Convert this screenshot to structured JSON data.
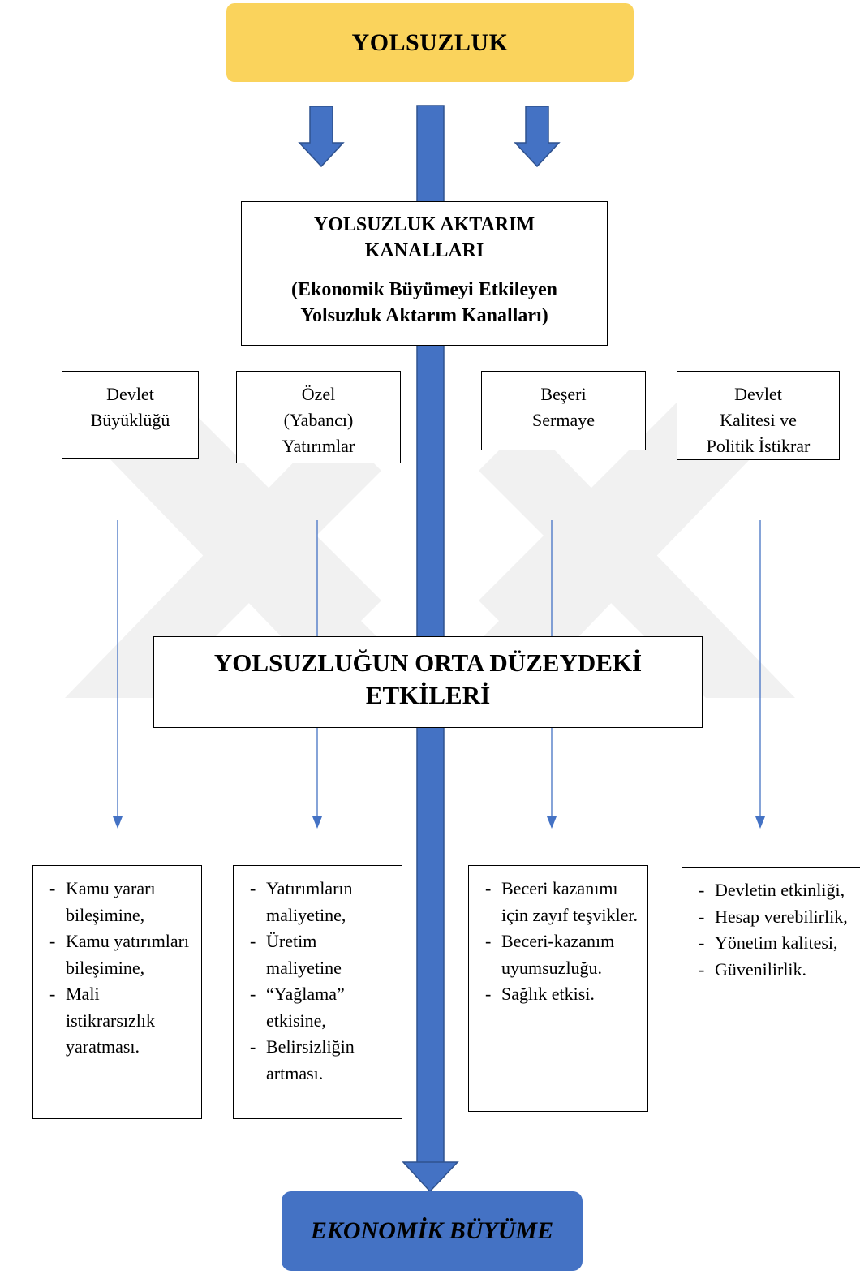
{
  "top": {
    "title": "YOLSUZLUK"
  },
  "channels": {
    "title": "YOLSUZLUK AKTARIM KANALLARI",
    "subtitle": "(Ekonomik Büyümeyi Etkileyen Yolsuzluk Aktarım Kanalları)"
  },
  "categories": [
    {
      "lines": [
        "Devlet",
        "Büyüklüğü"
      ]
    },
    {
      "lines": [
        "Özel",
        "(Yabancı)",
        "Yatırımlar"
      ]
    },
    {
      "lines": [
        "Beşeri",
        "Sermaye"
      ]
    },
    {
      "lines": [
        "Devlet",
        "Kalitesi ve",
        "Politik İstikrar"
      ]
    }
  ],
  "middle": {
    "title": "YOLSUZLUĞUN ORTA DÜZEYDEKİ ETKİLERİ"
  },
  "effects": [
    {
      "items": [
        "Kamu yararı bileşimine,",
        "Kamu yatırımları bileşimine,",
        "Mali istikrarsızlık yaratması."
      ]
    },
    {
      "items": [
        "Yatırımların maliyetine,",
        "Üretim maliyetine",
        "“Yağlama” etkisine,",
        "Belirsizliğin artması."
      ]
    },
    {
      "items": [
        "Beceri kazanımı için zayıf teşvikler.",
        "Beceri-kazanım uyumsuzluğu.",
        "Sağlık etkisi."
      ]
    },
    {
      "items": [
        "Devletin etkinliği,",
        "Hesap verebilirlik,",
        "Yönetim kalitesi,",
        "Güvenilirlik."
      ]
    }
  ],
  "bottom": {
    "title": "EKONOMİK BÜYÜME"
  },
  "colors": {
    "top": "#fad35c",
    "arrow": "#4472c4",
    "bottom": "#4472c4",
    "watermark": "#ececec"
  }
}
